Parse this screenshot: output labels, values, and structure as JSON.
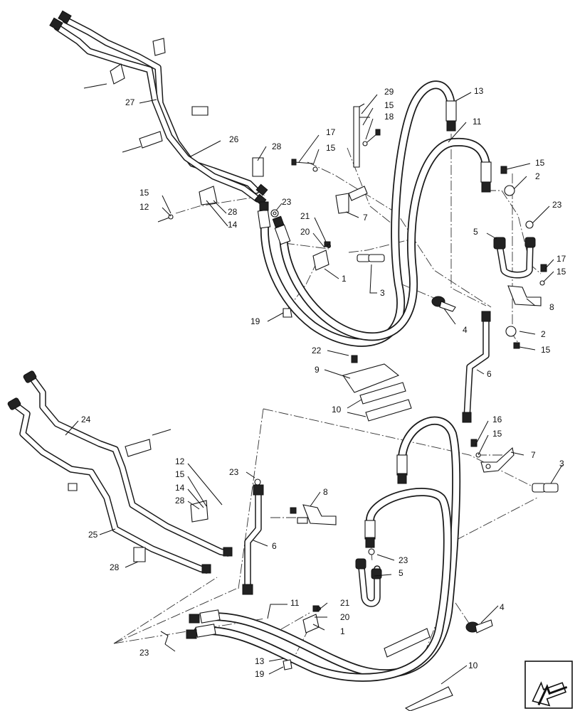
{
  "callouts": {
    "c29": "29",
    "c13a": "13",
    "c15a": "15",
    "c18": "18",
    "c11a": "11",
    "c17a": "17",
    "c15b": "15",
    "c27": "27",
    "c26": "26",
    "c28a": "28",
    "c15c": "15",
    "c2a": "2",
    "c15d": "15",
    "c12a": "12",
    "c28b": "28",
    "c14a": "14",
    "c23a": "23",
    "c7a": "7",
    "c21a": "21",
    "c23b": "23",
    "c20a": "20",
    "c5a": "5",
    "c17b": "17",
    "c15e": "15",
    "c1a": "1",
    "c3a": "3",
    "c8a": "8",
    "c19a": "19",
    "c4a": "4",
    "c2b": "2",
    "c15f": "15",
    "c22": "22",
    "c9": "9",
    "c6a": "6",
    "c10a": "10",
    "c24": "24",
    "c16": "16",
    "c15g": "15",
    "c7b": "7",
    "c3b": "3",
    "c12b": "12",
    "c23c": "23",
    "c15h": "15",
    "c8b": "8",
    "c14b": "14",
    "c28c": "28",
    "c25": "25",
    "c6b": "6",
    "c23d": "23",
    "c5b": "5",
    "c28d": "28",
    "c11b": "11",
    "c21b": "21",
    "c4b": "4",
    "c20b": "20",
    "c1b": "1",
    "c23e": "23",
    "c13b": "13",
    "c19b": "19",
    "c10b": "10"
  },
  "icons": {
    "corner": "orientation-arrow-icon"
  }
}
